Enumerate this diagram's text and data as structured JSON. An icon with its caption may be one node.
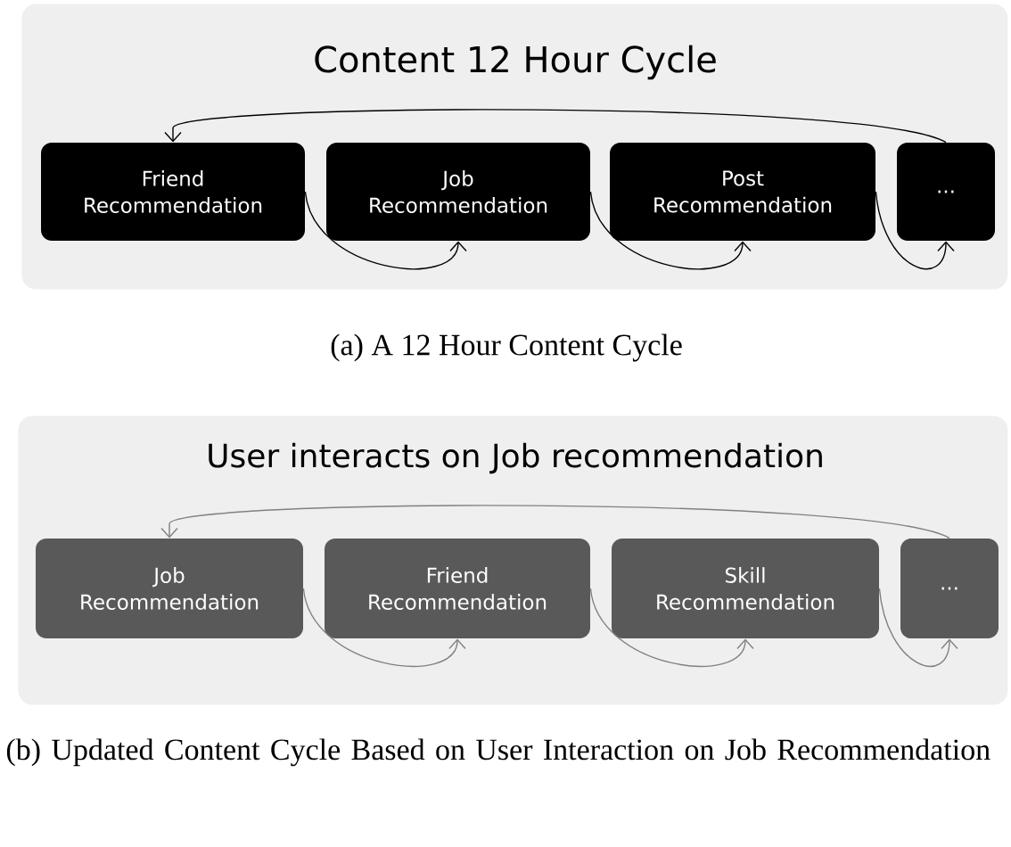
{
  "diagram": {
    "nodes": [
      {
        "text": [
          "Content 12 Hour Cycle"
        ]
      },
      {
        "text": [
          "Friend Recommendation"
        ],
        "in": 0
      },
      {
        "text": [
          "Job Recommendation"
        ],
        "in": 0
      },
      {
        "text": [
          "Post Recommendation"
        ],
        "in": 0
      },
      {
        "text": [
          "..."
        ],
        "in": 0
      },
      {
        "text": [
          "User interacts on Job recommendation"
        ]
      },
      {
        "text": [
          "Job Recommendation"
        ],
        "in": 5
      },
      {
        "text": [
          "Friend Recommendation"
        ],
        "in": 5
      },
      {
        "text": [
          "Skill Recommendation"
        ],
        "in": 5
      },
      {
        "text": [
          "..."
        ],
        "in": 5
      }
    ],
    "edges": [
      {
        "from": 1,
        "to": 2,
        "arrow": "to"
      },
      {
        "from": 2,
        "to": 3,
        "arrow": "to"
      },
      {
        "from": 3,
        "to": 4,
        "arrow": "to"
      },
      {
        "from": 4,
        "to": 1,
        "arrow": "to"
      },
      {
        "from": 6,
        "to": 7,
        "arrow": "to",
        "color": "#808080"
      },
      {
        "from": 7,
        "to": 8,
        "arrow": "to",
        "color": "#808080"
      },
      {
        "from": 8,
        "to": 9,
        "arrow": "to",
        "color": "#808080"
      },
      {
        "from": 9,
        "to": 6,
        "arrow": "to",
        "color": "#808080"
      }
    ],
    "labels": [
      "(a) A 12 Hour Content Cycle",
      "(b) Updated Content Cycle Based on User Interaction on Job Recommendation"
    ]
  }
}
